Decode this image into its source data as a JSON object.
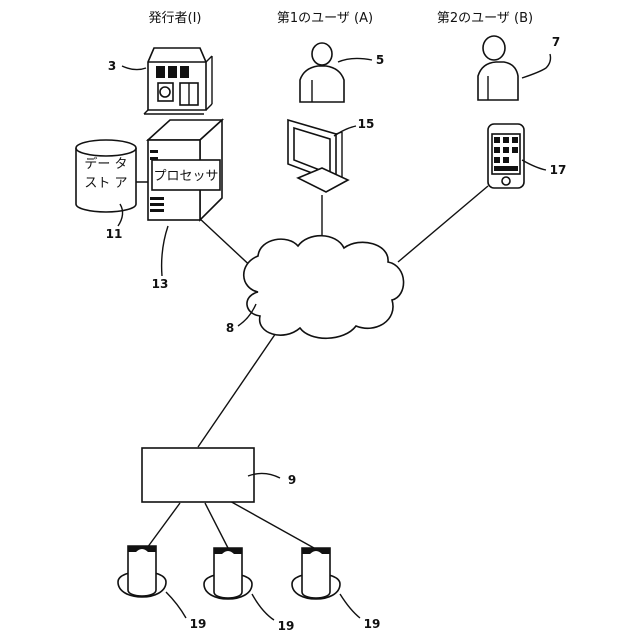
{
  "headers": {
    "issuer": "発行者(I)",
    "first_user": "第1のユーザ (A)",
    "second_user": "第2のユーザ (B)"
  },
  "data_store": {
    "line1": "デー タ",
    "line2": "スト ア"
  },
  "processor": {
    "label": "プロセッサ"
  },
  "refs": {
    "building": "3",
    "user_a": "5",
    "user_b": "7",
    "network": "8",
    "hub": "9",
    "data_store": "11",
    "server": "13",
    "monitor": "15",
    "phone": "17",
    "terminal_1": "19",
    "terminal_2": "19",
    "terminal_3": "19"
  },
  "icons": {
    "building": "bank-building-icon",
    "user_a": "person-icon",
    "user_b": "person-icon",
    "server": "server-tower-icon",
    "monitor": "computer-monitor-icon",
    "phone": "smartphone-icon",
    "network": "cloud-network-icon",
    "terminal": "pos-terminal-icon"
  }
}
